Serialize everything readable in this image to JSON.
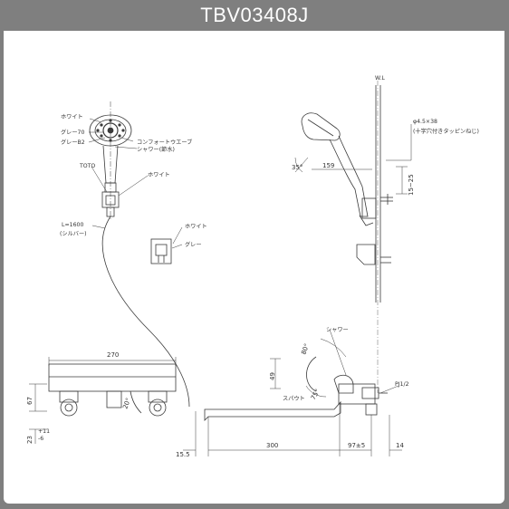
{
  "header": {
    "title": "TBV03408J"
  },
  "colors": {
    "header_bg": "#7f7f7f",
    "line": "#3a3a3a",
    "text": "#333333"
  },
  "labels": {
    "water_level": "W.L",
    "white_1": "ホワイト",
    "gray_70": "グレー70",
    "gray_b2": "グレーB2",
    "comfort_wave": "コンフォートウエーブ",
    "shower_water_saving": "シャワー(節水)",
    "toto": "TOTO",
    "white_2": "ホワイト",
    "hose_length": "L=1600",
    "hose_color": "(シルバー)",
    "holder_white": "ホワイト",
    "holder_gray": "グレー",
    "screw_size": "φ4.5×38",
    "screw_type": "(十字穴付きタッピンねじ)",
    "shower": "シャワー",
    "spout": "スパウト",
    "pipe_thread": "PJ1/2"
  },
  "dimensions": {
    "angle_35": "35°",
    "len_159": "159",
    "range_15_25": "15~25",
    "width_270": "270",
    "height_67": "67",
    "angle_80": "80°",
    "angle_20": "20°",
    "height_49": "49",
    "angle_75": "75°",
    "offset_15_5": "15.5",
    "len_300": "300",
    "len_97": "97±5",
    "len_14": "14",
    "lever_23": "23",
    "tol_plus": "+11",
    "tol_minus": "-6"
  }
}
